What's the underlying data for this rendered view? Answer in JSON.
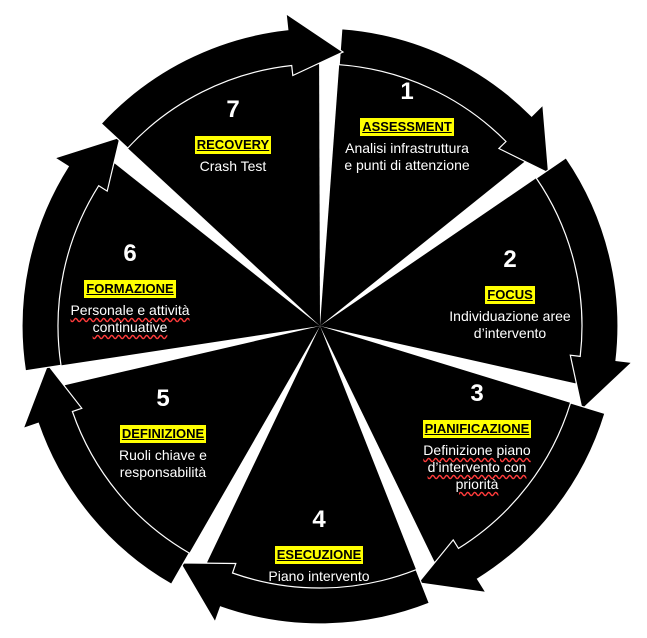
{
  "diagram": {
    "segments": [
      {
        "num": "1",
        "title": "ASSESSMENT",
        "desc": "Analisi infrastruttura e punti di attenzione"
      },
      {
        "num": "2",
        "title": "FOCUS",
        "desc": "Individuazione aree d’intervento"
      },
      {
        "num": "3",
        "title": "PIANIFICAZIONE",
        "desc": "Definizione piano d’intervento con priorità"
      },
      {
        "num": "4",
        "title": "ESECUZIONE",
        "desc": "Piano intervento"
      },
      {
        "num": "5",
        "title": "DEFINIZIONE",
        "desc": "Ruoli chiave e responsabilità"
      },
      {
        "num": "6",
        "title": "FORMAZIONE",
        "desc": "Personale e attività continuative"
      },
      {
        "num": "7",
        "title": "RECOVERY",
        "desc": "Crash Test"
      }
    ],
    "colors": {
      "segment": "#000000",
      "highlight": "#ffff00",
      "text": "#ffffff",
      "outline": "#ffffff"
    },
    "arrow_icon": "curved-arrow-icon"
  }
}
